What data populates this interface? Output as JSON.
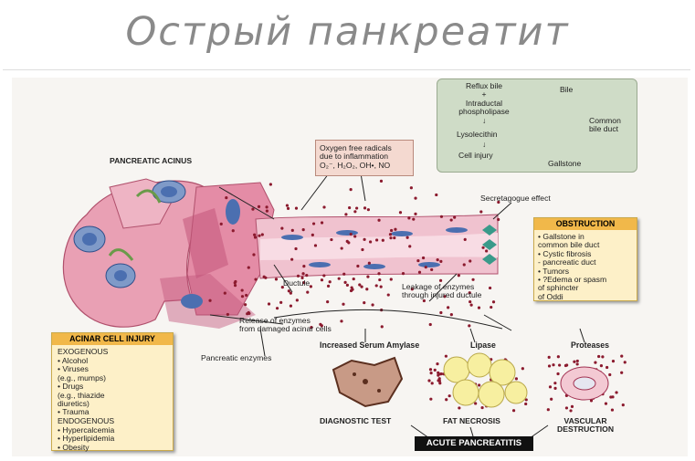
{
  "title": "Острый панкреатит",
  "labels": {
    "pancreatic_acinus": "PANCREATIC ACINUS",
    "oxygen_radicals": "Oxygen free radicals\ndue to inflammation\nO₂⁻, H₂O₂, OH•, NO",
    "secretagogue": "Secretagogue effect",
    "ductule": "Ductule",
    "leakage": "Leakage of enzymes\nthrough injured ductule",
    "release": "Release of enzymes\nfrom damaged acinar cells",
    "pancreatic_enzymes": "Pancreatic enzymes",
    "serum_amylase": "Increased Serum Amylase",
    "lipase": "Lipase",
    "proteases": "Proteases",
    "diagnostic_test": "DIAGNOSTIC TEST",
    "fat_necrosis": "FAT NECROSIS",
    "vascular_destruction": "VASCULAR\nDESTRUCTION",
    "acute_pancreatitis": "ACUTE PANCREATITIS"
  },
  "reflux_box": {
    "left_text": "Reflux bile\n+\nIntraductal\nphospholipase",
    "arrow1": "↓",
    "lysolecithin": "Lysolecithin",
    "arrow2": "↓",
    "cell_injury": "Cell injury",
    "bile": "Bile",
    "common_bile_duct": "Common\nbile duct",
    "gallstone": "Gallstone"
  },
  "obstruction": {
    "heading": "OBSTRUCTION",
    "items": "• Gallstone in\n  common bile duct\n• Cystic fibrosis\n  - pancreatic duct\n• Tumors\n• ?Edema or spasm\n  of sphincter\n  of Oddi"
  },
  "acinar_injury": {
    "heading": "ACINAR CELL INJURY",
    "exogenous": "EXOGENOUS",
    "exogenous_items": "• Alcohol\n• Viruses\n  (e.g., mumps)\n• Drugs\n  (e.g., thiazide\n  diuretics)\n• Trauma",
    "endogenous": "ENDOGENOUS",
    "endogenous_items": "• Hypercalcemia\n• Hyperlipidemia\n• Obesity"
  },
  "colors": {
    "cell_pink": "#e9a0b4",
    "cell_dark": "#c2557a",
    "nucleus": "#4b6fb0",
    "enzyme_dot": "#8b1a2e",
    "box_yellow": "#fdf0c8",
    "box_header": "#f1b84a",
    "box_green": "#cfdcc7"
  }
}
